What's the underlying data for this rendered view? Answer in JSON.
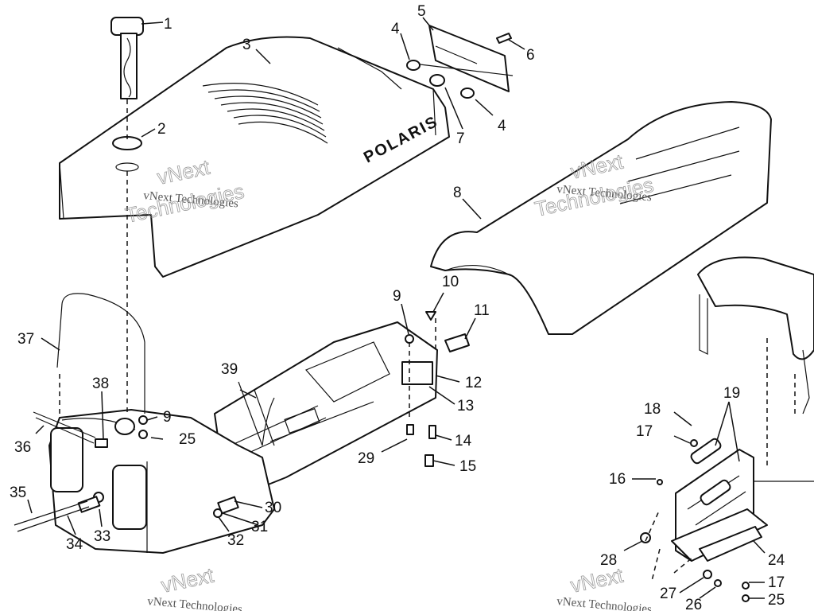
{
  "callouts": [
    {
      "id": "c1",
      "text": "1"
    },
    {
      "id": "c2",
      "text": "2"
    },
    {
      "id": "c3",
      "text": "3"
    },
    {
      "id": "c4a",
      "text": "4"
    },
    {
      "id": "c4b",
      "text": "4"
    },
    {
      "id": "c5",
      "text": "5"
    },
    {
      "id": "c6",
      "text": "6"
    },
    {
      "id": "c7",
      "text": "7"
    },
    {
      "id": "c8",
      "text": "8"
    },
    {
      "id": "c9a",
      "text": "9"
    },
    {
      "id": "c9b",
      "text": "9"
    },
    {
      "id": "c10",
      "text": "10"
    },
    {
      "id": "c11",
      "text": "11"
    },
    {
      "id": "c12",
      "text": "12"
    },
    {
      "id": "c13",
      "text": "13"
    },
    {
      "id": "c14",
      "text": "14"
    },
    {
      "id": "c15",
      "text": "15"
    },
    {
      "id": "c16",
      "text": "16"
    },
    {
      "id": "c17a",
      "text": "17"
    },
    {
      "id": "c17b",
      "text": "17"
    },
    {
      "id": "c18",
      "text": "18"
    },
    {
      "id": "c19",
      "text": "19"
    },
    {
      "id": "c24",
      "text": "24"
    },
    {
      "id": "c25a",
      "text": "25"
    },
    {
      "id": "c25b",
      "text": "25"
    },
    {
      "id": "c26",
      "text": "26"
    },
    {
      "id": "c27",
      "text": "27"
    },
    {
      "id": "c28",
      "text": "28"
    },
    {
      "id": "c29",
      "text": "29"
    },
    {
      "id": "c30",
      "text": "30"
    },
    {
      "id": "c31",
      "text": "31"
    },
    {
      "id": "c32",
      "text": "32"
    },
    {
      "id": "c33",
      "text": "33"
    },
    {
      "id": "c34",
      "text": "34"
    },
    {
      "id": "c35",
      "text": "35"
    },
    {
      "id": "c36",
      "text": "36"
    },
    {
      "id": "c37",
      "text": "37"
    },
    {
      "id": "c38",
      "text": "38"
    },
    {
      "id": "c39",
      "text": "39"
    }
  ],
  "brand_text": "POLARIS",
  "watermark": {
    "small_text": "vNext Technologies",
    "line_1": "vNext",
    "line_2": "Technologies"
  }
}
